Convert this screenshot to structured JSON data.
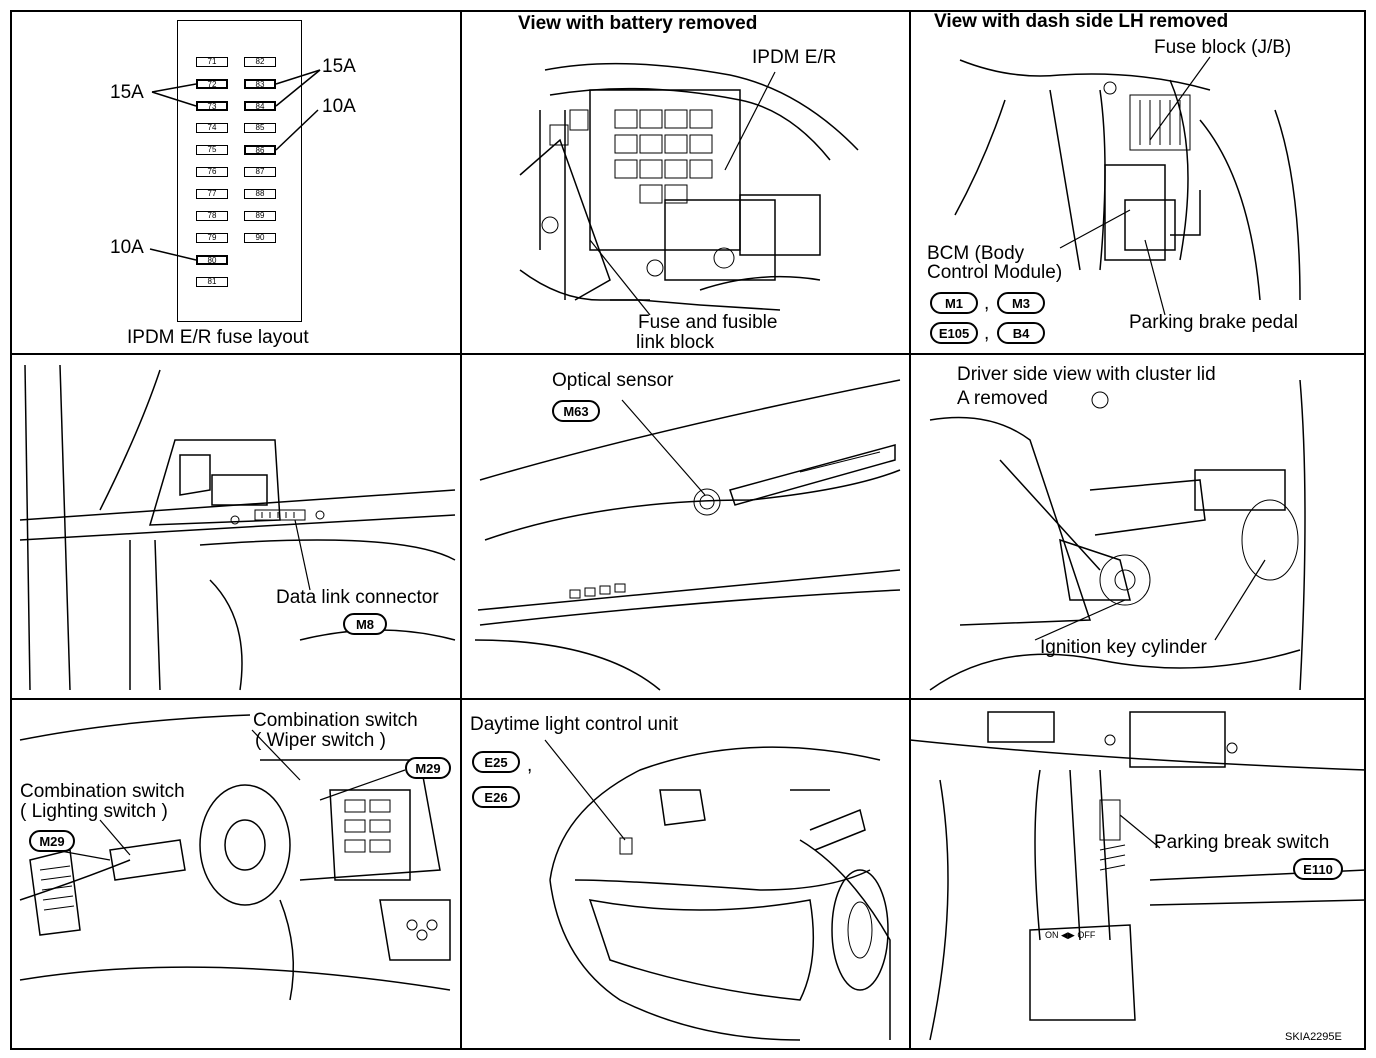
{
  "panel1": {
    "title": "IPDM E/R fuse layout",
    "fuses_left": [
      "71",
      "72",
      "73",
      "74",
      "75",
      "76",
      "77",
      "78",
      "79",
      "80",
      "81"
    ],
    "fuses_right": [
      "82",
      "83",
      "84",
      "85",
      "86",
      "87",
      "88",
      "89",
      "90"
    ],
    "label_15a_left": "15A",
    "label_15a_right": "15A",
    "label_10a_right": "10A",
    "label_10a_left": "10A"
  },
  "panel2": {
    "title": "View with battery removed",
    "ipdm": "IPDM E/R",
    "fuse_block_1": "Fuse and fusible",
    "fuse_block_2": "link block"
  },
  "panel3": {
    "title": "View with dash side LH removed",
    "fuse_jb": "Fuse block (J/B)",
    "bcm_1": "BCM (Body",
    "bcm_2": "Control Module)",
    "parking_pedal": "Parking brake pedal",
    "conn_a": "M1",
    "conn_b": "M3",
    "conn_c": "E105",
    "conn_d": "B4",
    "comma": ","
  },
  "panel4": {
    "dlc": "Data link connector",
    "conn": "M8"
  },
  "panel5": {
    "optical": "Optical sensor",
    "conn": "M63"
  },
  "panel6": {
    "line1": "Driver side view with cluster lid",
    "line2": "A removed",
    "ignition": "Ignition key cylinder"
  },
  "panel7": {
    "wiper_1": "Combination switch",
    "wiper_2": "( Wiper switch )",
    "light_1": "Combination switch",
    "light_2": "( Lighting switch )",
    "conn_wiper": "M29",
    "conn_light": "M29"
  },
  "panel8": {
    "title": "Daytime light control unit",
    "conn_a": "E25",
    "conn_b": "E26",
    "comma": ","
  },
  "panel9": {
    "switch": "Parking break switch",
    "conn": "E110",
    "onoff": "ON ◀▶ OFF"
  },
  "figure_code": "SKIA2295E"
}
